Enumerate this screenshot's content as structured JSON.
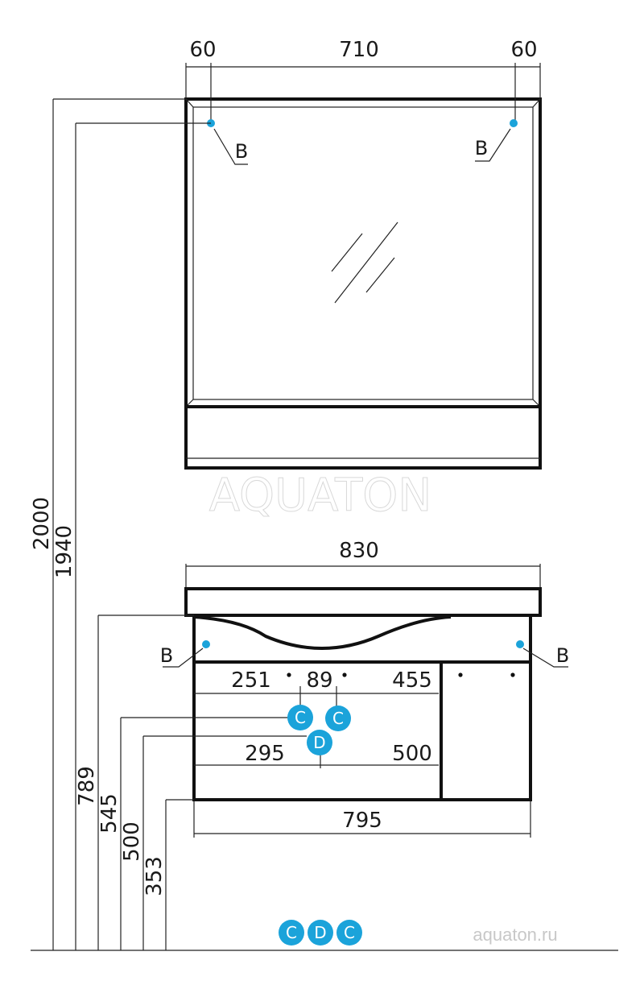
{
  "mirror": {
    "dims_top": [
      "60",
      "710",
      "60"
    ],
    "marker_label": "B"
  },
  "vanity": {
    "top_width": "830",
    "marker_label": "B",
    "row1": [
      "251",
      "89",
      "455"
    ],
    "row2": [
      "295",
      "500"
    ],
    "body_width": "795"
  },
  "heights": [
    "2000",
    "1940",
    "789",
    "545",
    "500",
    "353"
  ],
  "legend": {
    "badges": [
      "C",
      "D",
      "C"
    ],
    "colors": {
      "badge": "#1ba3da",
      "point": "#1ba3da"
    }
  },
  "watermark": "AQUATON",
  "footer": {
    "site": "aquaton.ru"
  }
}
